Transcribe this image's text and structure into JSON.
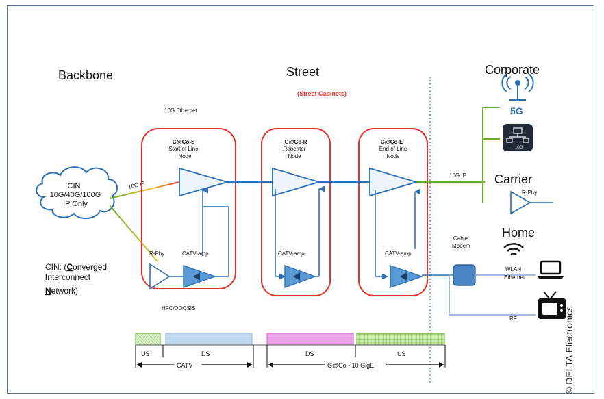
{
  "sections": {
    "backbone": "Backbone",
    "street": "Street",
    "street_sub": "(Street Cabinets)",
    "corporate": "Corporate",
    "carrier": "Carrier",
    "home": "Home"
  },
  "cin": {
    "line1": "CIN",
    "line2": "10G/40G/100G",
    "line3": "IP Only"
  },
  "cin_note": {
    "line1_prefix": "CIN: (",
    "line1_c": "C",
    "line1_rest": "onverged",
    "line2_i": "I",
    "line2_rest": "nterconnect",
    "line3_n": "N",
    "line3_rest": "etwork)"
  },
  "labels": {
    "ethernet_10g": "10G Ethernet",
    "ip_10g_left": "10G IP",
    "ip_10g_right": "10G IP",
    "hfc": "HFC/DOCSIS",
    "rphy_left": "R-Phy",
    "rphy_right": "R-Phy",
    "cable_modem_1": "Cable",
    "cable_modem_2": "Modem",
    "wlan": "WLAN",
    "ethernet": "Ethernet",
    "rf": "RF",
    "badge_5g": "5G",
    "badge_10g": "10G"
  },
  "nodes": [
    {
      "id": "s",
      "l1": "G@Co-S",
      "l2": "Start of Line",
      "l3": "Node",
      "amp": "CATV-amp"
    },
    {
      "id": "r",
      "l1": "G@Co-R",
      "l2": "Repeater",
      "l3": "Node",
      "amp": "CATV-amp"
    },
    {
      "id": "e",
      "l1": "G@Co-E",
      "l2": "End of Line",
      "l3": "Node",
      "amp": "CATV-amp"
    }
  ],
  "spectrum": {
    "us_left": "US",
    "ds_left": "DS",
    "catv": "CATV",
    "ds_right": "DS",
    "us_right": "US",
    "gco": "G@Co - 10 GigE"
  },
  "copyright": "© DELTA Electronics",
  "colors": {
    "red": "#e8312b",
    "blue": "#2c6fb5",
    "amp_fill": "#5b9bd5",
    "green": "#6aaa2c",
    "pink": "#d25bd0",
    "dotted": "#3a6fc0"
  }
}
